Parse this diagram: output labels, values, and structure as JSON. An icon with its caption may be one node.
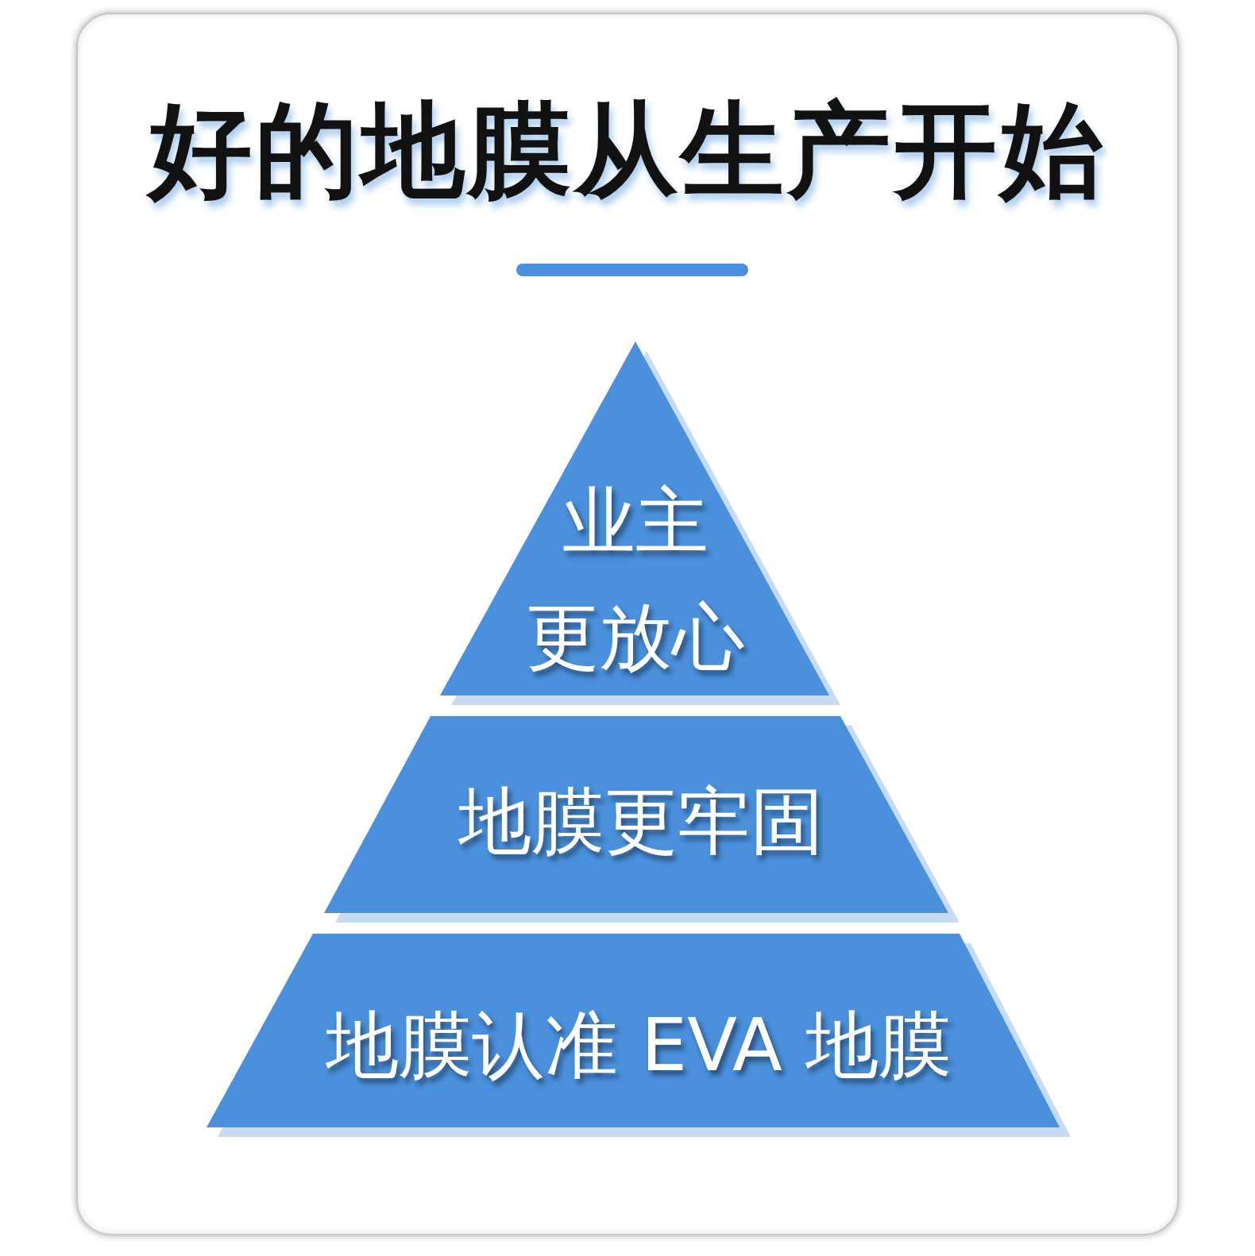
{
  "diagram": {
    "title": "好的地膜从生产开始",
    "nodes": [
      {
        "text": [
          "业主更放心"
        ]
      },
      {
        "text": [
          "地膜更牢固"
        ]
      },
      {
        "text": [
          "地膜认准 EVA 地膜"
        ]
      }
    ]
  }
}
